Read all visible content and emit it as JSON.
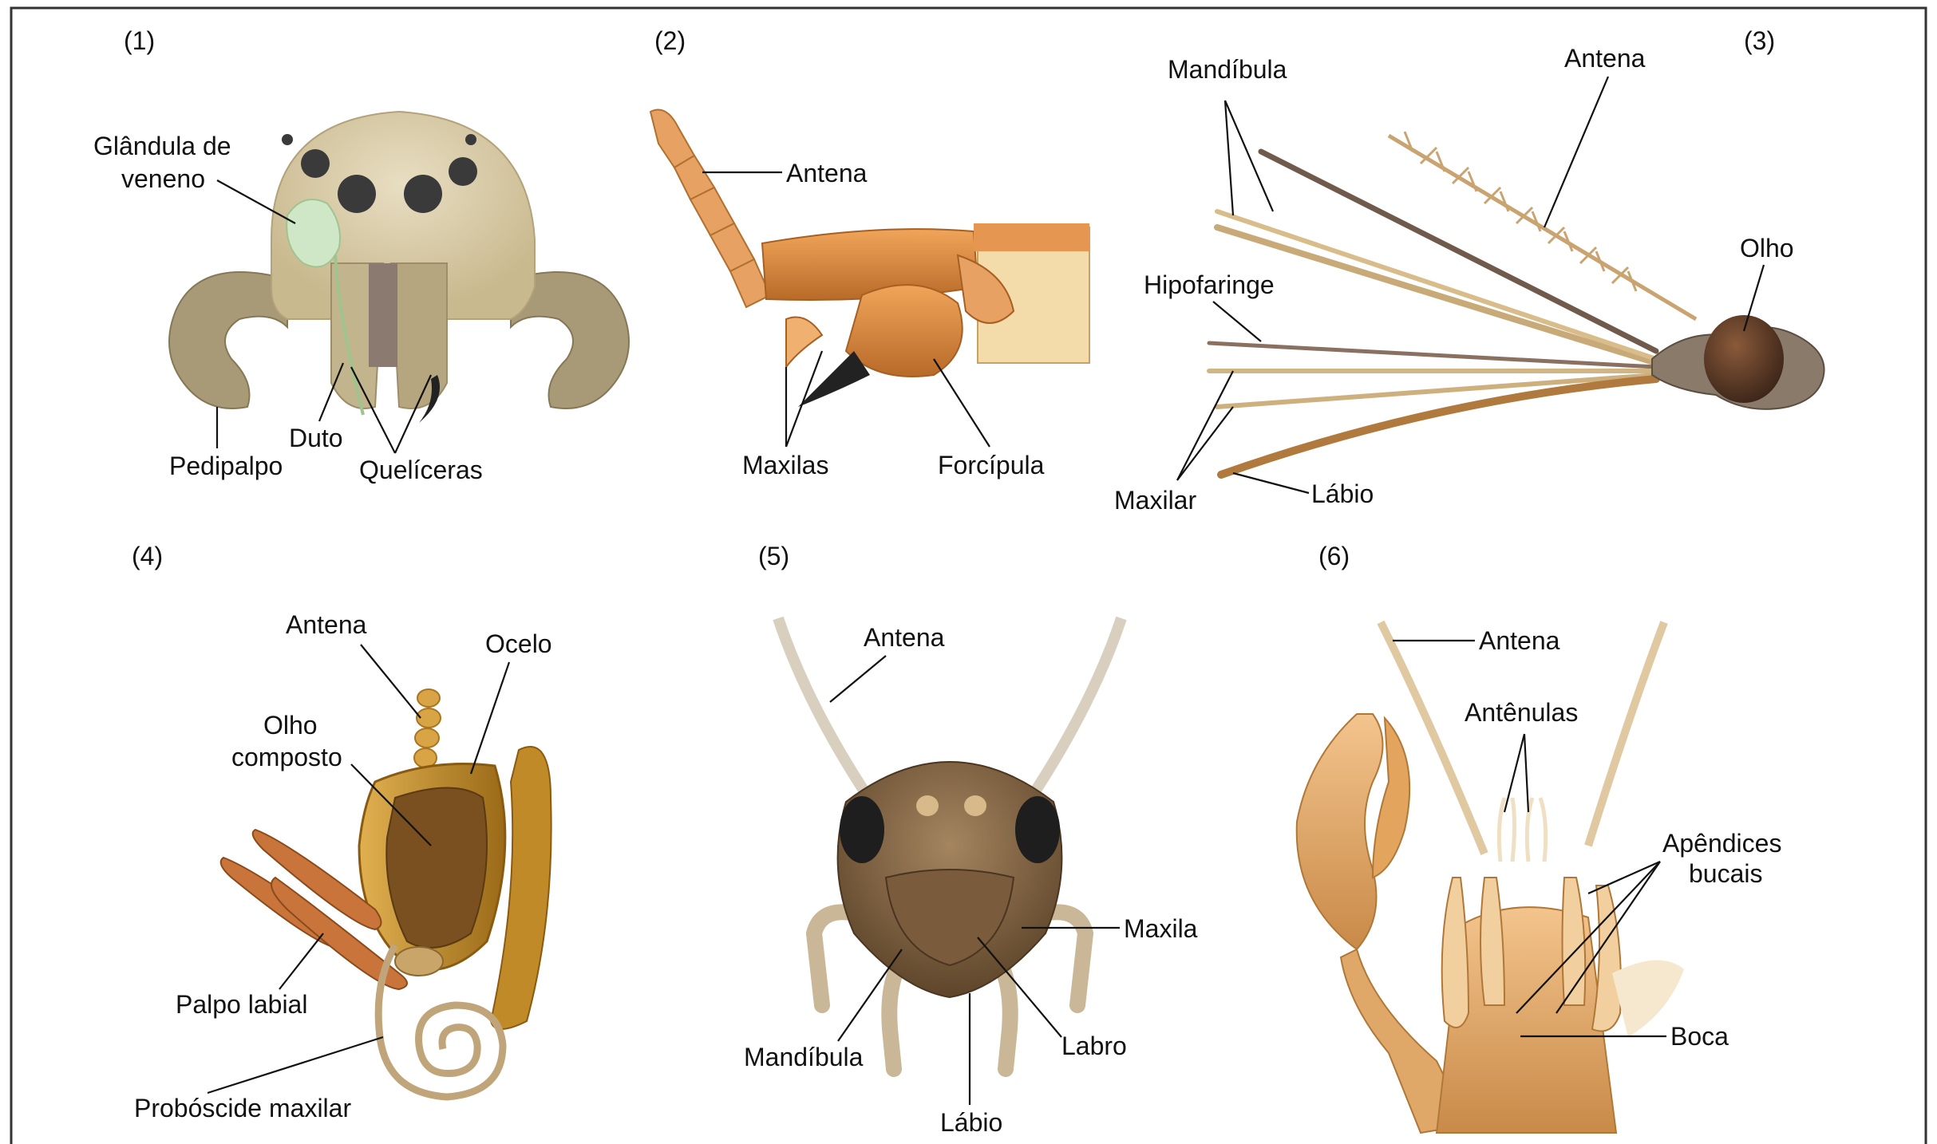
{
  "panels": [
    {
      "number": "(1)",
      "labels": {
        "glandula_line1": "Glândula de",
        "glandula_line2": "veneno",
        "pedipalpo": "Pedipalpo",
        "duto": "Duto",
        "queliceras": "Quelíceras"
      }
    },
    {
      "number": "(2)",
      "labels": {
        "antena": "Antena",
        "maxilas": "Maxilas",
        "forcipula": "Forcípula"
      }
    },
    {
      "number": "(3)",
      "labels": {
        "mandibula": "Mandíbula",
        "antena": "Antena",
        "olho": "Olho",
        "hipofaringe": "Hipofaringe",
        "maxilar": "Maxilar",
        "labio": "Lábio"
      }
    },
    {
      "number": "(4)",
      "labels": {
        "antena": "Antena",
        "ocelo": "Ocelo",
        "olho_line1": "Olho",
        "olho_line2": "composto",
        "palpo_labial": "Palpo labial",
        "proboscide": "Probóscide maxilar"
      }
    },
    {
      "number": "(5)",
      "labels": {
        "antena": "Antena",
        "maxila": "Maxila",
        "mandibula": "Mandíbula",
        "labro": "Labro",
        "labio": "Lábio"
      }
    },
    {
      "number": "(6)",
      "labels": {
        "antena": "Antena",
        "antenulas": "Antênulas",
        "apendices_line1": "Apêndices",
        "apendices_line2": "bucais",
        "boca": "Boca"
      }
    }
  ],
  "colors": {
    "spider_body": "#d8cba8",
    "spider_legs": "#a89a76",
    "centipede": "#d98a42",
    "mosquito": "#c9aa78",
    "moth": "#c58c2a",
    "cockroach": "#8b6a45",
    "crustacean": "#e6b27a"
  }
}
